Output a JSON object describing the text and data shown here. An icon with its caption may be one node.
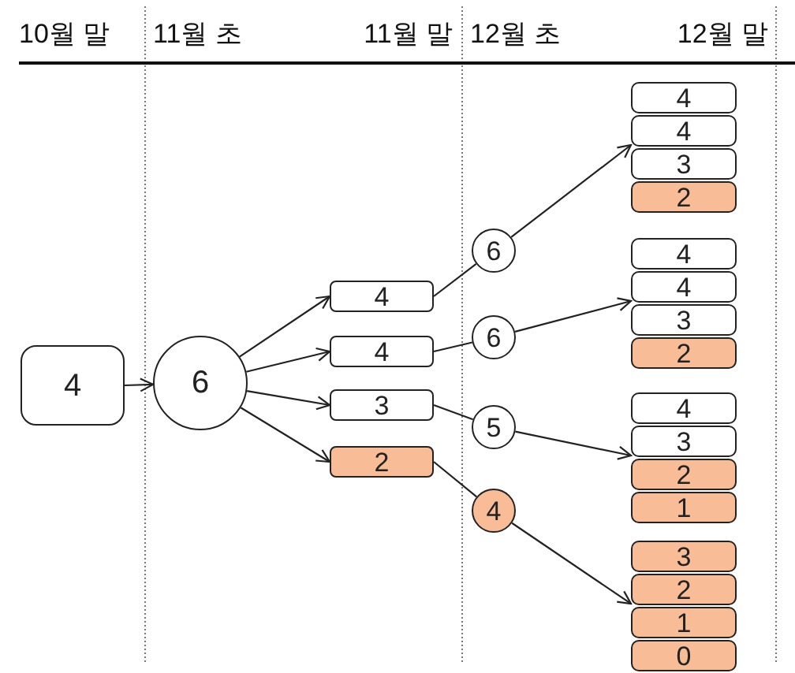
{
  "diagram": {
    "nodes": [
      {
        "text": [
          "4"
        ]
      },
      {
        "text": [
          "6"
        ]
      },
      {
        "text": [
          "4"
        ]
      },
      {
        "text": [
          "4"
        ]
      },
      {
        "text": [
          "3"
        ]
      },
      {
        "text": [
          "2"
        ]
      },
      {
        "text": [
          "6"
        ]
      },
      {
        "text": [
          "6"
        ]
      },
      {
        "text": [
          "5"
        ]
      },
      {
        "text": [
          "4"
        ]
      },
      {
        "text": [
          "4"
        ]
      },
      {
        "text": [
          "4"
        ]
      },
      {
        "text": [
          "3"
        ]
      },
      {
        "text": [
          "2"
        ]
      },
      {
        "text": [
          "4"
        ]
      },
      {
        "text": [
          "4"
        ]
      },
      {
        "text": [
          "3"
        ]
      },
      {
        "text": [
          "2"
        ]
      },
      {
        "text": [
          "4"
        ]
      },
      {
        "text": [
          "3"
        ]
      },
      {
        "text": [
          "2"
        ]
      },
      {
        "text": [
          "1"
        ]
      },
      {
        "text": [
          "3"
        ]
      },
      {
        "text": [
          "2"
        ]
      },
      {
        "text": [
          "1"
        ]
      },
      {
        "text": [
          "0"
        ]
      }
    ],
    "edges": [
      {
        "from": 0,
        "to": 1,
        "arrow": "to"
      },
      {
        "from": 1,
        "to": 2,
        "arrow": "to"
      },
      {
        "from": 1,
        "to": 3,
        "arrow": "to"
      },
      {
        "from": 1,
        "to": 4,
        "arrow": "to"
      },
      {
        "from": 1,
        "to": 5,
        "arrow": "to"
      },
      {
        "from": 2,
        "to": 6,
        "arrow": "none"
      },
      {
        "from": 3,
        "to": 7,
        "arrow": "none"
      },
      {
        "from": 4,
        "to": 8,
        "arrow": "none"
      },
      {
        "from": 5,
        "to": 9,
        "arrow": "none"
      },
      {
        "from": 6,
        "to": 11,
        "arrow": "to"
      },
      {
        "from": 7,
        "to": 15,
        "arrow": "to"
      },
      {
        "from": 8,
        "to": 19,
        "arrow": "to"
      },
      {
        "from": 9,
        "to": 23,
        "arrow": "to"
      }
    ],
    "labels": [
      "10월 말",
      "11월 초",
      "11월 말",
      "12월 초",
      "12월 말"
    ]
  }
}
